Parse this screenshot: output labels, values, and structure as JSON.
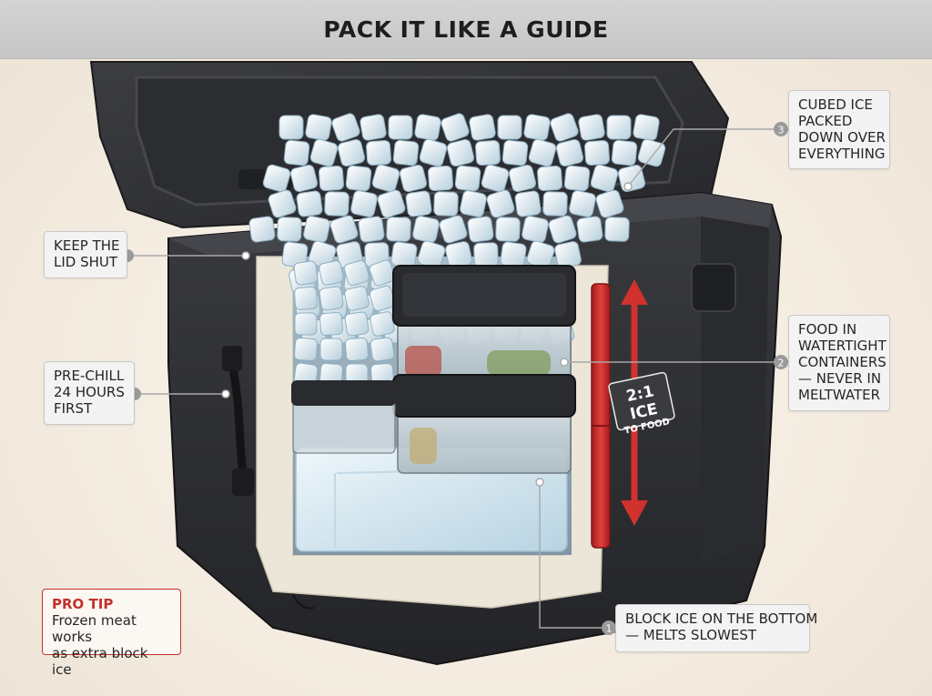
{
  "header": {
    "title": "PACK IT LIKE A GUIDE"
  },
  "callouts": {
    "cubed_ice": {
      "number": "3",
      "lines": [
        "CUBED ICE",
        "PACKED",
        "DOWN OVER",
        "EVERYTHING"
      ]
    },
    "lid": {
      "lines": [
        "KEEP THE",
        "LID SHUT"
      ]
    },
    "prechill": {
      "lines": [
        "PRE-CHILL",
        "24 HOURS",
        "FIRST"
      ]
    },
    "food": {
      "number": "2",
      "lines": [
        "FOOD IN",
        "WATERTIGHT",
        "CONTAINERS",
        "— NEVER IN",
        "MELTWATER"
      ]
    },
    "block_ice": {
      "number": "1",
      "lines": [
        "BLOCK ICE ON THE BOTTOM",
        "— MELTS SLOWEST"
      ]
    }
  },
  "ratio_label": {
    "big": "2:1 ICE",
    "small": "TO FOOD"
  },
  "pro_tip": {
    "title": "PRO TIP",
    "lines": [
      "Frozen meat works",
      "as extra block ice"
    ]
  },
  "colors": {
    "accent_red": "#c4302b",
    "cooler_body": "#2f3033",
    "ice_blue": "#cfe3ee",
    "foam_liner": "#ece6d8"
  }
}
